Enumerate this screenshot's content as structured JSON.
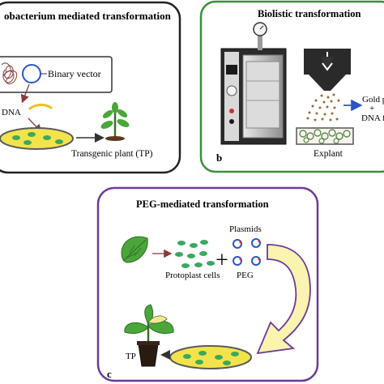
{
  "panel_a": {
    "title": "obacterium mediated transformation",
    "binary_vector_label": "Binary vector",
    "dna_label": "DNA",
    "transgenic_label": "Transgenic plant (TP)"
  },
  "panel_b": {
    "title": "Biolistic transformation",
    "gold_label": "Gold parti",
    "plus_label": "+",
    "dna_label": "DNA fragn",
    "explant_label": "Explant",
    "letter": "b"
  },
  "panel_c": {
    "title": "PEG-mediated transformation",
    "plasmids_label": "Plasmids",
    "protoplast_label": "Protoplast cells",
    "peg_label": "PEG",
    "plus_sign": "+",
    "tp_label": "TP",
    "letter": "c"
  },
  "colors": {
    "panel_a_border": "#222222",
    "panel_b_border": "#3a8f3a",
    "panel_c_border": "#6b3a9a",
    "dish_fill": "#f3e34a",
    "dish_border": "#5a5a5a",
    "colony": "#3aa860",
    "leaf": "#4aa63a",
    "arrow": "#8a3a3a",
    "blue_accent": "#2a55c8",
    "peg_arrow_fill": "#fbf3b0"
  }
}
